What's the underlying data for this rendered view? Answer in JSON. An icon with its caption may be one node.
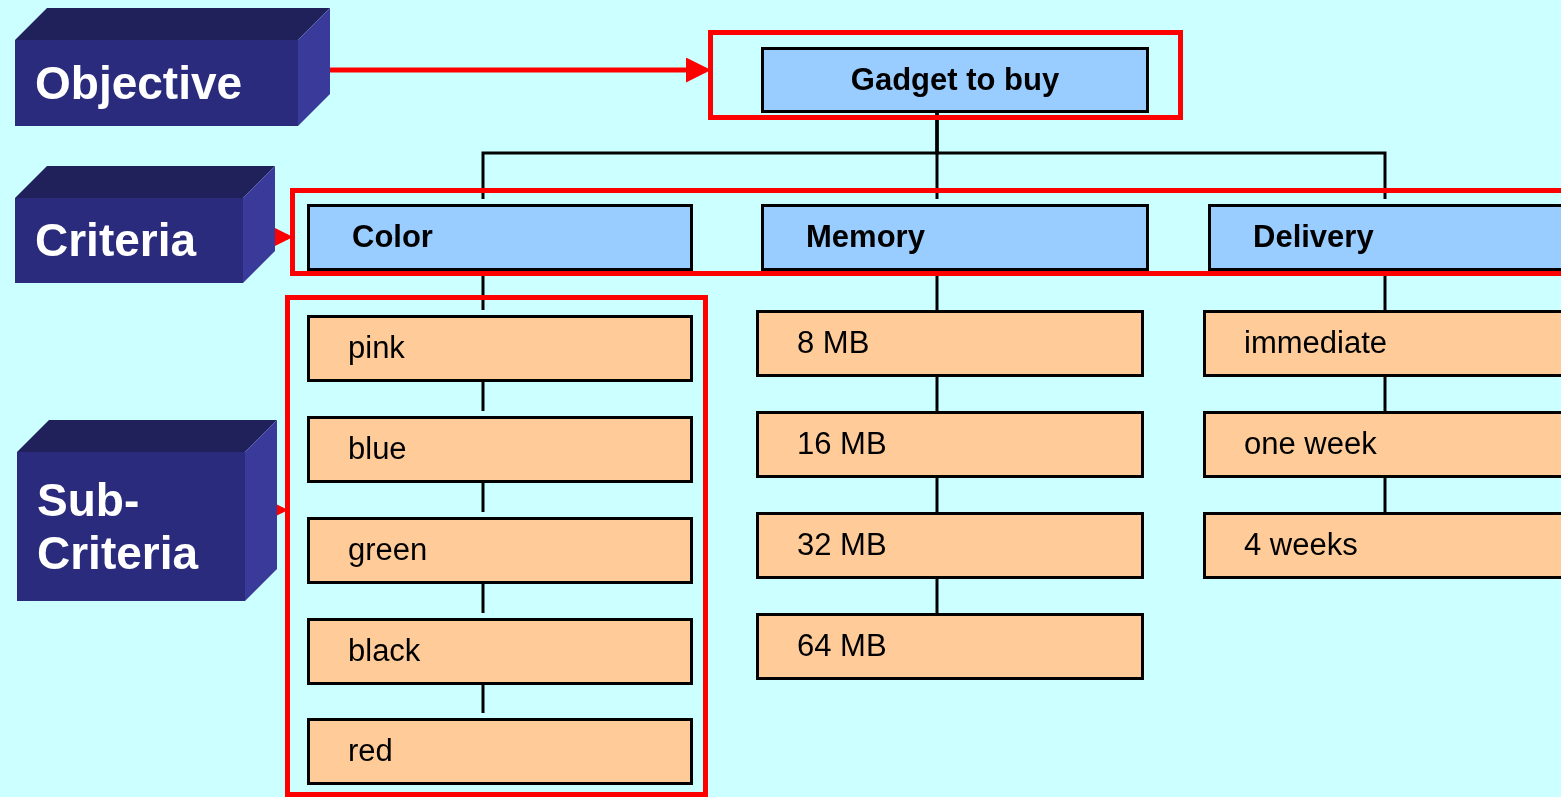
{
  "diagram": {
    "nodes": [
      {
        "text": [
          "Objective"
        ]
      },
      {
        "text": [],
        "shape": "box"
      },
      {
        "text": [
          "Gadget to buy"
        ],
        "in": 1
      },
      {
        "text": [
          "Criteria"
        ]
      },
      {
        "text": [],
        "shape": "box"
      },
      {
        "text": [
          "Color"
        ],
        "in": 4
      },
      {
        "text": [
          "Memory"
        ],
        "in": 4
      },
      {
        "text": [
          "Delivery"
        ],
        "in": 4
      },
      {
        "text": [
          "Sub- Criteria"
        ]
      },
      {
        "text": [],
        "shape": "box"
      },
      {
        "text": [
          "pink"
        ],
        "in": 9
      },
      {
        "text": [
          "blue"
        ],
        "in": 9
      },
      {
        "text": [
          "green"
        ],
        "in": 9
      },
      {
        "text": [
          "black"
        ],
        "in": 9
      },
      {
        "text": [
          "red"
        ],
        "in": 9
      },
      {
        "text": [
          "8 MB"
        ]
      },
      {
        "text": [
          "16 MB"
        ]
      },
      {
        "text": [
          "32 MB"
        ]
      },
      {
        "text": [
          "64 MB"
        ]
      },
      {
        "text": [
          "immediate"
        ]
      },
      {
        "text": [
          "one week"
        ]
      },
      {
        "text": [
          "4 weeks"
        ]
      }
    ],
    "edges": [
      {
        "from": 0,
        "to": 1,
        "arrow": "to",
        "color": "#ff0000"
      },
      {
        "from": 3,
        "to": 4,
        "arrow": "to",
        "color": "#ff0000"
      },
      {
        "from": 8,
        "to": 9,
        "arrow": "to",
        "color": "#ff0000"
      },
      {
        "from": 2,
        "to": 5,
        "arrow": "none"
      },
      {
        "from": 2,
        "to": 6,
        "arrow": "none"
      },
      {
        "from": 2,
        "to": 7,
        "arrow": "none"
      },
      {
        "from": 5,
        "to": 10,
        "arrow": "none"
      },
      {
        "from": 10,
        "to": 11,
        "arrow": "none"
      },
      {
        "from": 11,
        "to": 12,
        "arrow": "none"
      },
      {
        "from": 12,
        "to": 13,
        "arrow": "none"
      },
      {
        "from": 13,
        "to": 14,
        "arrow": "none"
      },
      {
        "from": 6,
        "to": 15,
        "arrow": "none"
      },
      {
        "from": 15,
        "to": 16,
        "arrow": "none"
      },
      {
        "from": 16,
        "to": 17,
        "arrow": "none"
      },
      {
        "from": 17,
        "to": 18,
        "arrow": "none"
      },
      {
        "from": 7,
        "to": 19,
        "arrow": "none"
      },
      {
        "from": 19,
        "to": 20,
        "arrow": "none"
      },
      {
        "from": 20,
        "to": 21,
        "arrow": "none"
      }
    ]
  }
}
